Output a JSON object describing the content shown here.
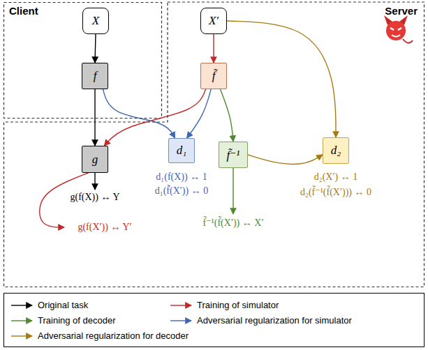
{
  "diagram": {
    "nodes": [
      {
        "text": [
          "Client"
        ]
      },
      {
        "text": [
          "X"
        ],
        "in": 0
      },
      {
        "text": [
          "f"
        ],
        "in": 0
      },
      {
        "text": [
          "Server"
        ]
      },
      {
        "text": [
          "X′"
        ],
        "in": 3
      },
      {
        "text": [
          "f̃"
        ],
        "in": 3
      },
      {
        "text": [
          "g"
        ],
        "in": 3
      },
      {
        "text": [
          "d₁"
        ],
        "in": 3
      },
      {
        "text": [
          "f̃⁻¹"
        ],
        "in": 3
      },
      {
        "text": [
          "d₂"
        ],
        "in": 3
      }
    ],
    "edges": [
      {
        "from": 1,
        "to": 2,
        "arrow": "to"
      },
      {
        "from": 2,
        "to": 6,
        "arrow": "to"
      },
      {
        "from": 4,
        "to": 5,
        "arrow": "to"
      },
      {
        "from": 5,
        "to": 6,
        "arrow": "to"
      },
      {
        "from": 2,
        "to": 7,
        "arrow": "to"
      },
      {
        "from": 5,
        "to": 7,
        "arrow": "to"
      },
      {
        "from": 5,
        "to": 8,
        "arrow": "to"
      },
      {
        "from": 4,
        "to": 9,
        "arrow": "to"
      },
      {
        "from": 8,
        "to": 9,
        "arrow": "to"
      }
    ],
    "labels": [
      "g(f(X)) ↔ Y",
      "d₁(f(X)) ↔ 1",
      "d₁(f̃(X′)) ↔ 0",
      "d₂(X′) ↔ 1",
      "d₂(f̃⁻¹(f̃(X′))) ↔ 0",
      "g(f(X′)) ↔ Y′",
      "f̃⁻¹(f̃(X′)) ↔ X′"
    ],
    "legend": [
      {
        "text": "Original task"
      },
      {
        "text": "Training of simulator"
      },
      {
        "text": "Training of decoder"
      },
      {
        "text": "Adversarial regularization for simulator"
      },
      {
        "text": "Adversarial regularization for decoder"
      }
    ]
  }
}
